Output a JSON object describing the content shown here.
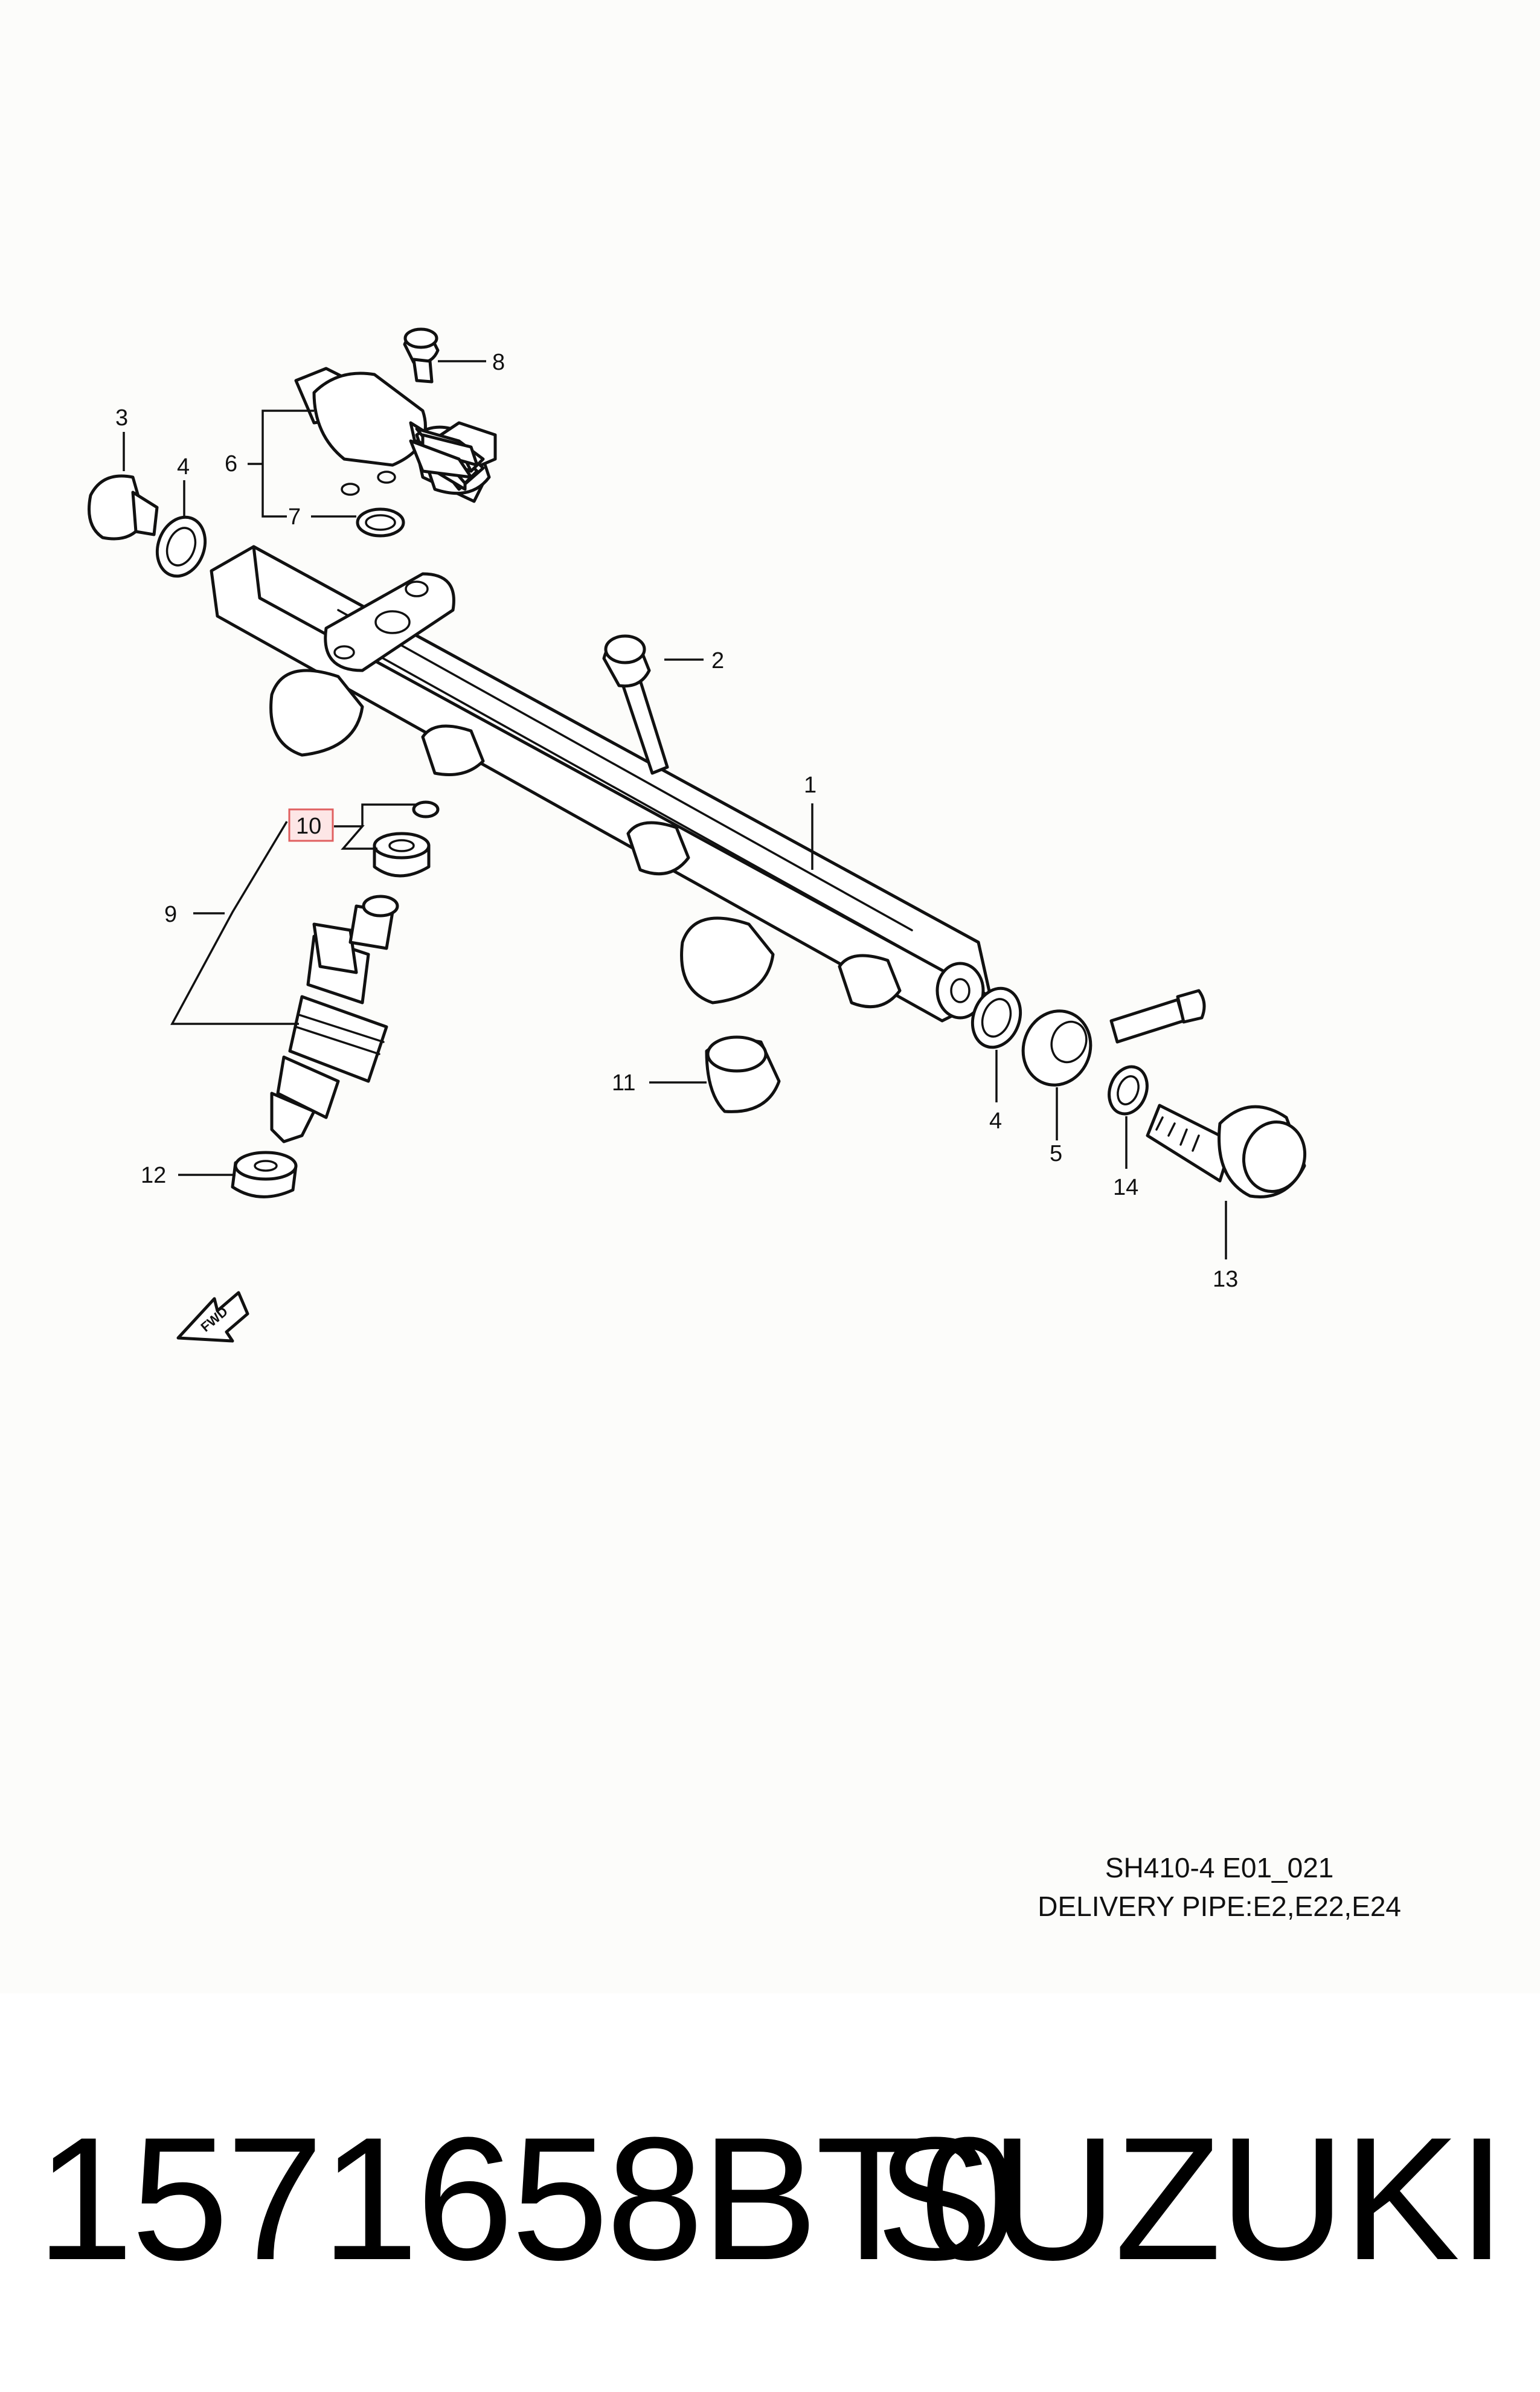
{
  "diagram": {
    "callouts": [
      {
        "id": "1",
        "label": "1"
      },
      {
        "id": "2",
        "label": "2"
      },
      {
        "id": "3",
        "label": "3"
      },
      {
        "id": "4a",
        "label": "4"
      },
      {
        "id": "4b",
        "label": "4"
      },
      {
        "id": "5",
        "label": "5"
      },
      {
        "id": "6",
        "label": "6"
      },
      {
        "id": "7",
        "label": "7"
      },
      {
        "id": "8",
        "label": "8"
      },
      {
        "id": "9",
        "label": "9"
      },
      {
        "id": "10",
        "label": "10",
        "highlighted": true
      },
      {
        "id": "11",
        "label": "11"
      },
      {
        "id": "12",
        "label": "12"
      },
      {
        "id": "13",
        "label": "13"
      },
      {
        "id": "14",
        "label": "14"
      }
    ],
    "fwd_marker": "FWD",
    "caption_line1": "SH410-4 E01_021",
    "caption_line2": "DELIVERY PIPE:E2,E22,E24",
    "highlight_color": "#e06060"
  },
  "footer": {
    "part_number": "1571658BT0",
    "brand": "SUZUKI"
  }
}
